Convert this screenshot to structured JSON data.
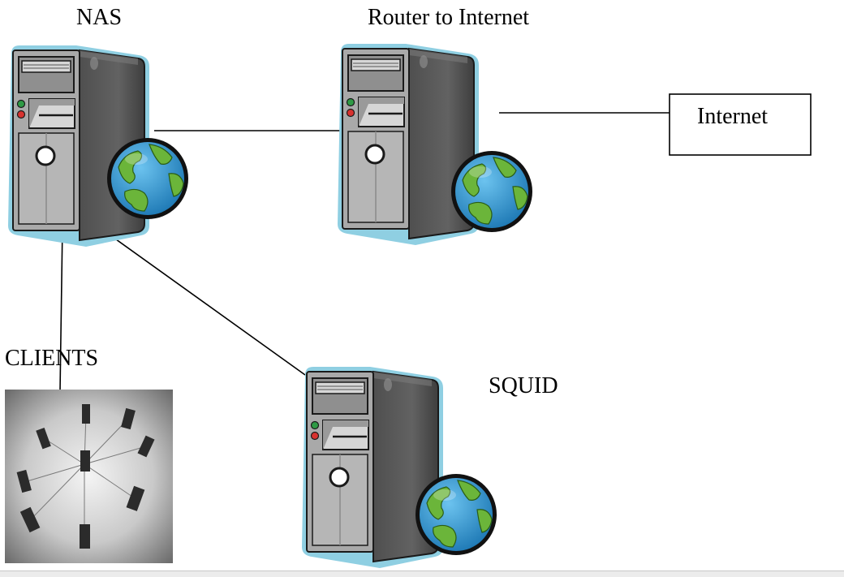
{
  "labels": {
    "nas": "NAS",
    "router": "Router to Internet",
    "internet": "Internet",
    "clients": "CLIENTS",
    "squid": "SQUID"
  },
  "icons": {
    "server": "server-tower-icon",
    "globe": "globe-icon",
    "clients": "client-network-icon"
  },
  "colors": {
    "server_glow": "#8fcfe2",
    "server_front": "#a7a7a7",
    "server_side": "#5a5a5a",
    "globe_ocean": "#2f97cf",
    "globe_land": "#6bb53a",
    "led_green": "#2f9a45",
    "led_red": "#d8322f",
    "connector": "#000000"
  }
}
